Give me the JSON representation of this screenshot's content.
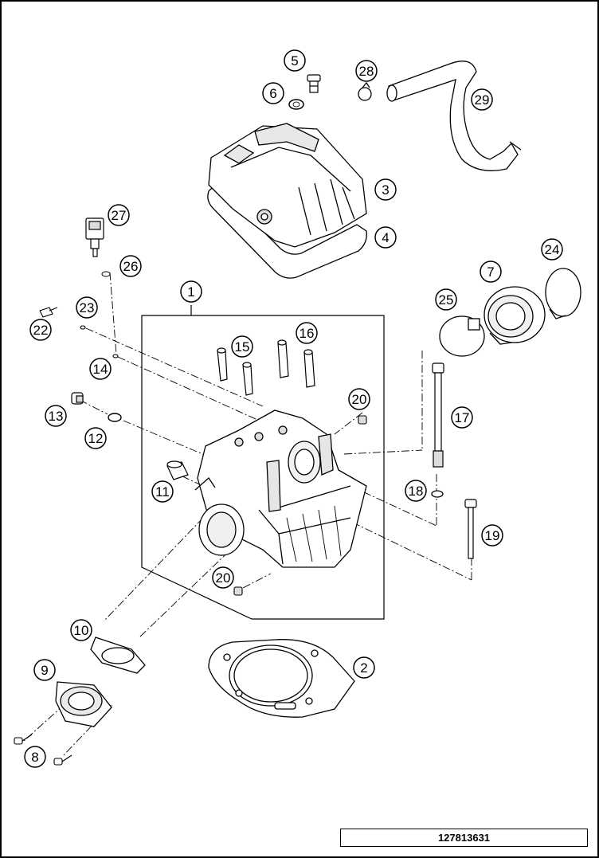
{
  "document_number": "127813631",
  "callouts": [
    "1",
    "2",
    "3",
    "4",
    "5",
    "6",
    "7",
    "8",
    "9",
    "10",
    "11",
    "12",
    "13",
    "14",
    "15",
    "16",
    "17",
    "18",
    "19",
    "20",
    "20",
    "22",
    "23",
    "24",
    "25",
    "26",
    "27",
    "28",
    "29"
  ],
  "colors": {
    "line": "#000000",
    "part_fill": "#ffffff",
    "shade": "#d9d9d9"
  }
}
